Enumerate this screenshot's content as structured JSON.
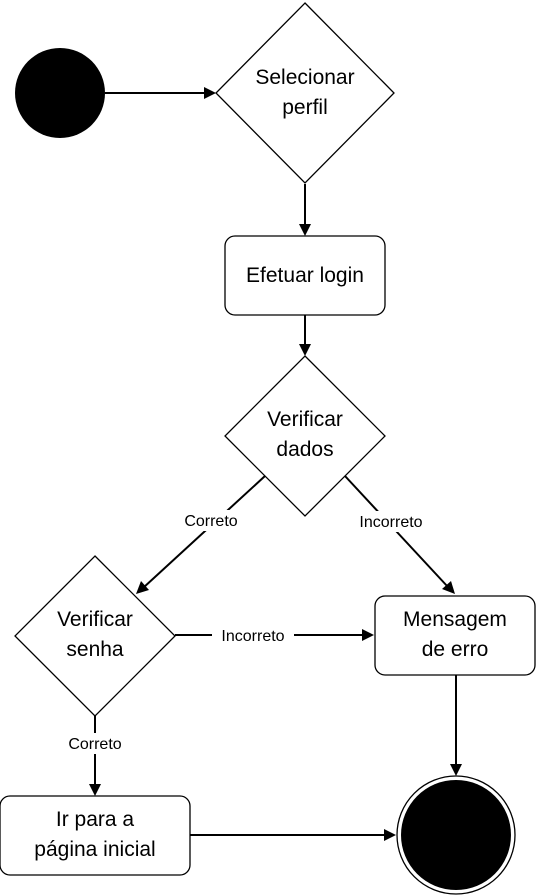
{
  "nodes": {
    "selecionar_perfil": [
      "Selecionar",
      "perfil"
    ],
    "efetuar_login": [
      "Efetuar login"
    ],
    "verificar_dados": [
      "Verificar",
      "dados"
    ],
    "verificar_senha": [
      "Verificar",
      "senha"
    ],
    "mensagem_erro": [
      "Mensagem",
      "de erro"
    ],
    "ir_pagina_inicial": [
      "Ir para a",
      "página inicial"
    ]
  },
  "edge_labels": {
    "dados_correto": "Correto",
    "dados_incorreto": "Incorreto",
    "senha_incorreto": "Incorreto",
    "senha_correto": "Correto"
  },
  "colors": {
    "start_fill": "#000000",
    "end_fill": "#000000",
    "stroke": "#000000",
    "background": "#ffffff"
  }
}
